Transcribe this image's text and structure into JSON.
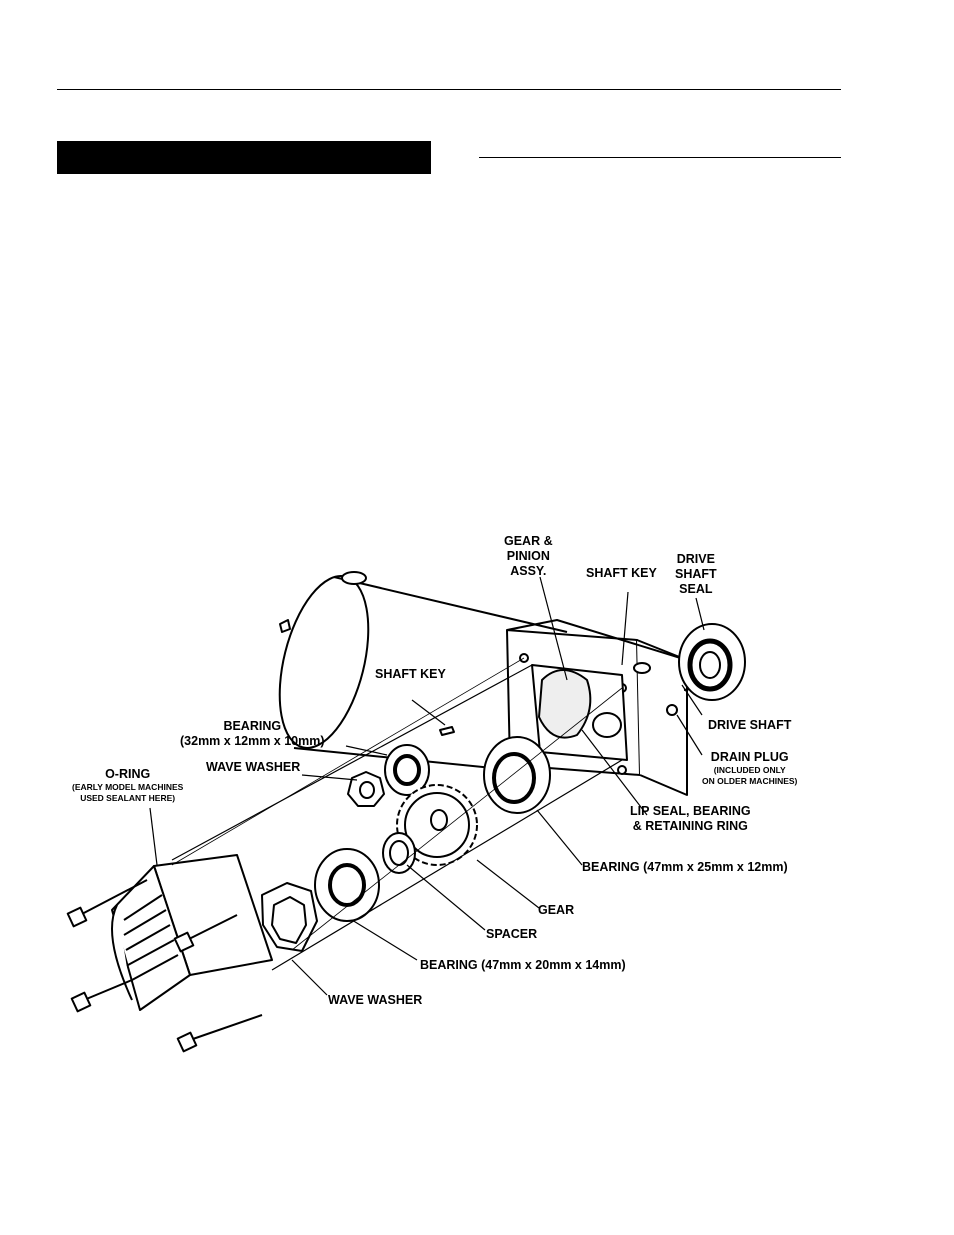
{
  "diagram": {
    "labels": {
      "gear_pinion": [
        "GEAR &",
        "PINION",
        "ASSY."
      ],
      "shaft_key_top": "SHAFT KEY",
      "drive_shaft_seal": [
        "DRIVE",
        "SHAFT",
        "SEAL"
      ],
      "shaft_key_left": "SHAFT KEY",
      "drive_shaft": "DRIVE SHAFT",
      "bearing_32": [
        "BEARING",
        "(32mm x 12mm x 10mm)"
      ],
      "drain_plug": "DRAIN PLUG",
      "drain_plug_note": [
        "(INCLUDED ONLY",
        "ON OLDER MACHINES)"
      ],
      "wave_washer_top": "WAVE WASHER",
      "o_ring": "O-RING",
      "o_ring_note": [
        "(EARLY MODEL MACHINES",
        "USED SEALANT HERE)"
      ],
      "lip_seal": [
        "LIP SEAL, BEARING",
        "& RETAINING RING"
      ],
      "bearing_47_25": "BEARING (47mm x 25mm x 12mm)",
      "gear": "GEAR",
      "spacer": "SPACER",
      "bearing_47_20": "BEARING (47mm x 20mm x 14mm)",
      "wave_washer_bottom": "WAVE WASHER"
    }
  }
}
